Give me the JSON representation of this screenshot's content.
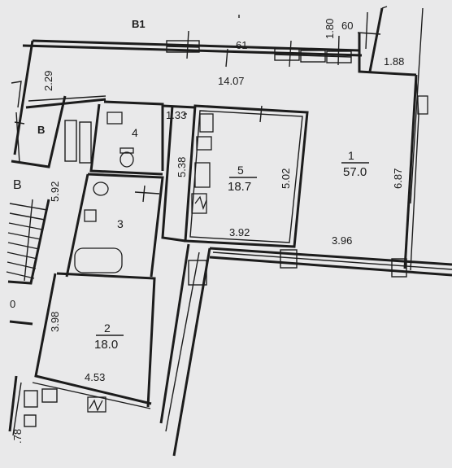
{
  "labels": {
    "b1": "B1",
    "d61": "61",
    "d60": "60",
    "d180": "1.80",
    "d188": "1.88",
    "d229": "2.29",
    "d1407": "14.07",
    "d133": "1.33",
    "d538": "5.38",
    "d502": "5.02",
    "d687": "6.87",
    "d592": "5.92",
    "d392": "3.92",
    "d396": "3.96",
    "d398": "3.98",
    "d453": "4.53",
    "d178": ".78",
    "b_small": "B",
    "b_big": "B",
    "zero": "0"
  },
  "rooms": {
    "r1": {
      "number": "1",
      "area": "57.0"
    },
    "r2": {
      "number": "2",
      "area": "18.0"
    },
    "r3": {
      "number": "3"
    },
    "r4": {
      "number": "4"
    },
    "r5": {
      "number": "5",
      "area": "18.7"
    }
  }
}
